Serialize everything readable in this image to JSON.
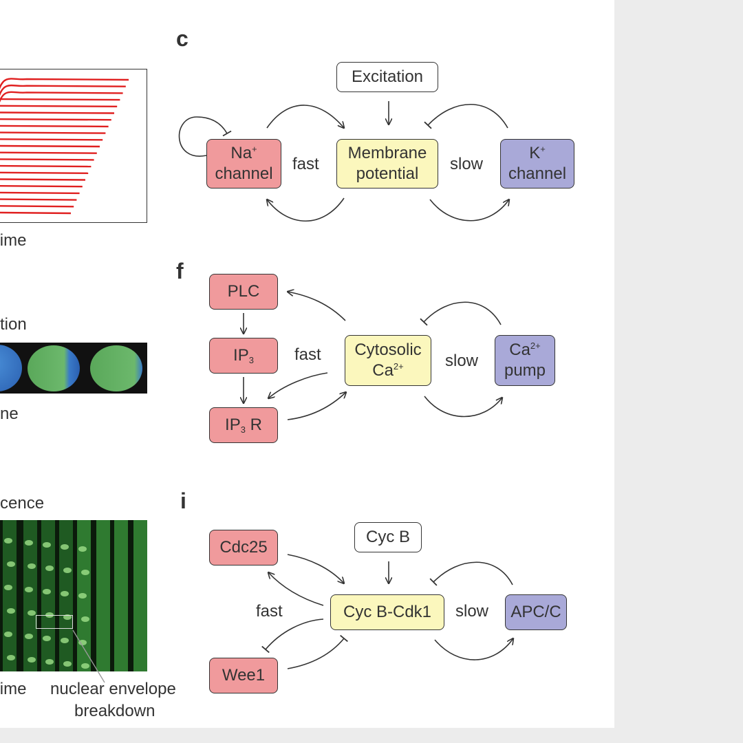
{
  "panels": {
    "c": {
      "letter": "c",
      "excitation": "Excitation",
      "na_main": "Na",
      "na_sup": "+",
      "na_line2": "channel",
      "membrane_line1": "Membrane",
      "membrane_line2": "potential",
      "k_main": "K",
      "k_sup": "+",
      "k_line2": "channel",
      "fast": "fast",
      "slow": "slow"
    },
    "f": {
      "letter": "f",
      "plc": "PLC",
      "ip3_main": "IP",
      "ip3_sub": "3",
      "ip3r_main": "IP",
      "ip3r_sub": "3",
      "ip3r_suffix": " R",
      "cyto_line1": "Cytosolic",
      "cyto_ca": "Ca",
      "cyto_sup": "2+",
      "pump_ca": "Ca",
      "pump_sup": "2+",
      "pump_line2": "pump",
      "fast": "fast",
      "slow": "slow"
    },
    "i": {
      "letter": "i",
      "cycb": "Cyc B",
      "cdc25": "Cdc25",
      "cdk1": "Cyc B-Cdk1",
      "apc": "APC/C",
      "wee1": "Wee1",
      "fast": "fast",
      "slow": "slow"
    }
  },
  "left_column": {
    "time_label_1": "Time",
    "label_tion": "tion",
    "label_ne": "ne",
    "label_cence": "cence",
    "time_label_3": "Time",
    "nuclear_envelope": "nuclear envelope",
    "breakdown": "breakdown"
  },
  "colors": {
    "red_node": "#f09a9c",
    "yellow_node": "#fbf7bd",
    "blue_node": "#a9a9d8",
    "trace_red": "#e02020",
    "image_green": "#3a8a3a",
    "image_blue": "#2a6fc0"
  }
}
